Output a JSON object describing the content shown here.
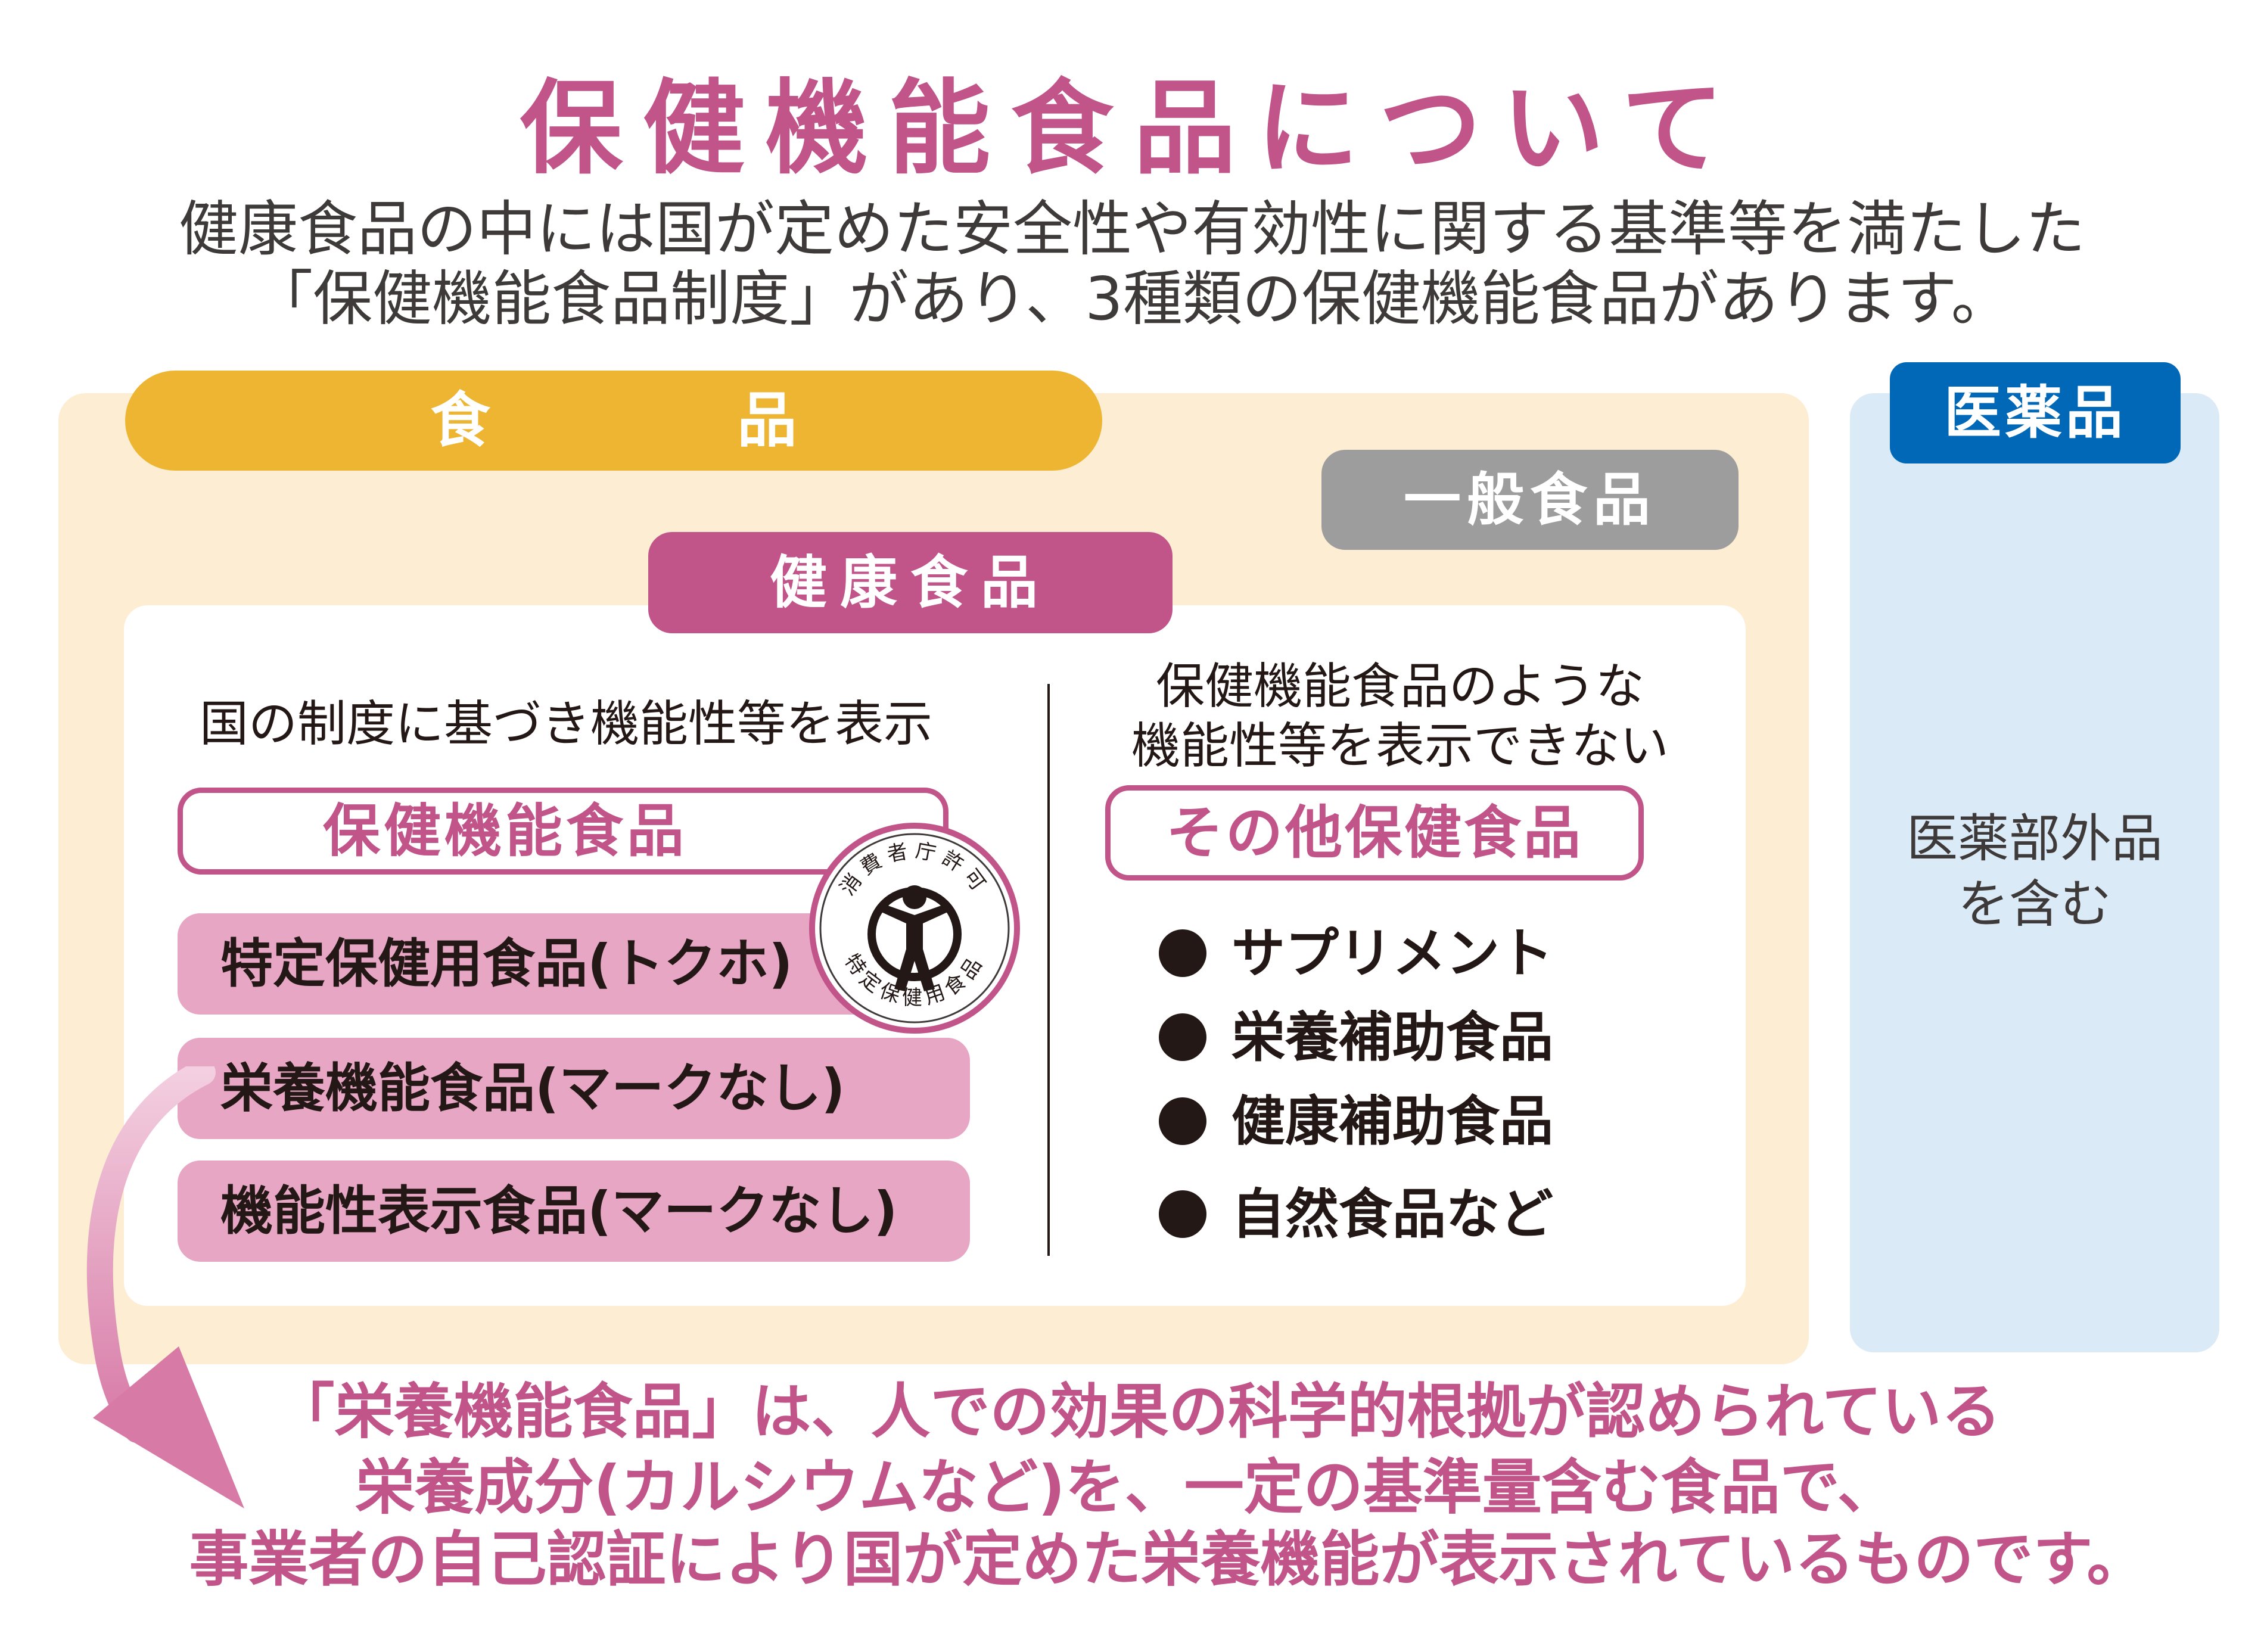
{
  "title": "保健機能食品について",
  "intro": {
    "line1": "健康食品の中には国が定めた安全性や有効性に関する基準等を満たした",
    "line2": "「保健機能食品制度」があり、3種類の保健機能食品があります。"
  },
  "food": {
    "label": "食 品"
  },
  "general_food": {
    "label": "一般食品"
  },
  "health_food": {
    "label": "健康食品"
  },
  "left_section": {
    "heading": "国の制度に基づき機能性等を表示",
    "box_label": "保健機能食品",
    "items": [
      "特定保健用食品(トクホ)",
      "栄養機能食品(マークなし)",
      "機能性表示食品(マークなし)"
    ]
  },
  "seal": {
    "top_text": "消費者庁許可",
    "bottom_text": "特定保健用食品"
  },
  "right_section": {
    "heading_line1": "保健機能食品のような",
    "heading_line2": "機能性等を表示できない",
    "box_label": "その他保健食品",
    "items": [
      "サプリメント",
      "栄養補助食品",
      "健康補助食品",
      "自然食品など"
    ]
  },
  "pharma": {
    "label": "医薬品",
    "note_line1": "医薬部外品",
    "note_line2": "を含む"
  },
  "note": {
    "line1": "「栄養機能食品」は、人での効果の科学的根拠が認められている",
    "line2": "栄養成分(カルシウムなど)を、一定の基準量含む食品で、",
    "line3": "事業者の自己認証により国が定めた栄養機能が表示されているものです。"
  },
  "colors": {
    "accent_pink": "#c1558a",
    "light_pink": "#e7a6c4",
    "food_yellow": "#edb531",
    "food_bg": "#fcedd3",
    "general_gray": "#9d9d9d",
    "pharma_blue": "#0068b6",
    "pharma_bg": "#dbeaf7"
  }
}
